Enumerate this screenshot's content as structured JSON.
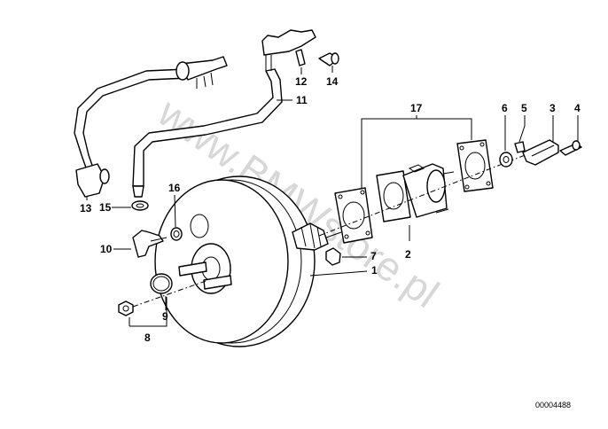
{
  "diagram": {
    "watermark": "www.BMWstore.pl",
    "reference_number": "00004488",
    "callouts": [
      {
        "id": "1",
        "label": "1"
      },
      {
        "id": "2",
        "label": "2"
      },
      {
        "id": "3",
        "label": "3"
      },
      {
        "id": "4",
        "label": "4"
      },
      {
        "id": "5",
        "label": "5"
      },
      {
        "id": "6",
        "label": "6"
      },
      {
        "id": "7",
        "label": "7"
      },
      {
        "id": "8",
        "label": "8"
      },
      {
        "id": "9",
        "label": "9"
      },
      {
        "id": "10",
        "label": "10"
      },
      {
        "id": "11",
        "label": "11"
      },
      {
        "id": "12",
        "label": "12"
      },
      {
        "id": "13",
        "label": "13"
      },
      {
        "id": "14",
        "label": "14"
      },
      {
        "id": "15",
        "label": "15"
      },
      {
        "id": "16",
        "label": "16"
      },
      {
        "id": "17",
        "label": "17"
      }
    ]
  }
}
